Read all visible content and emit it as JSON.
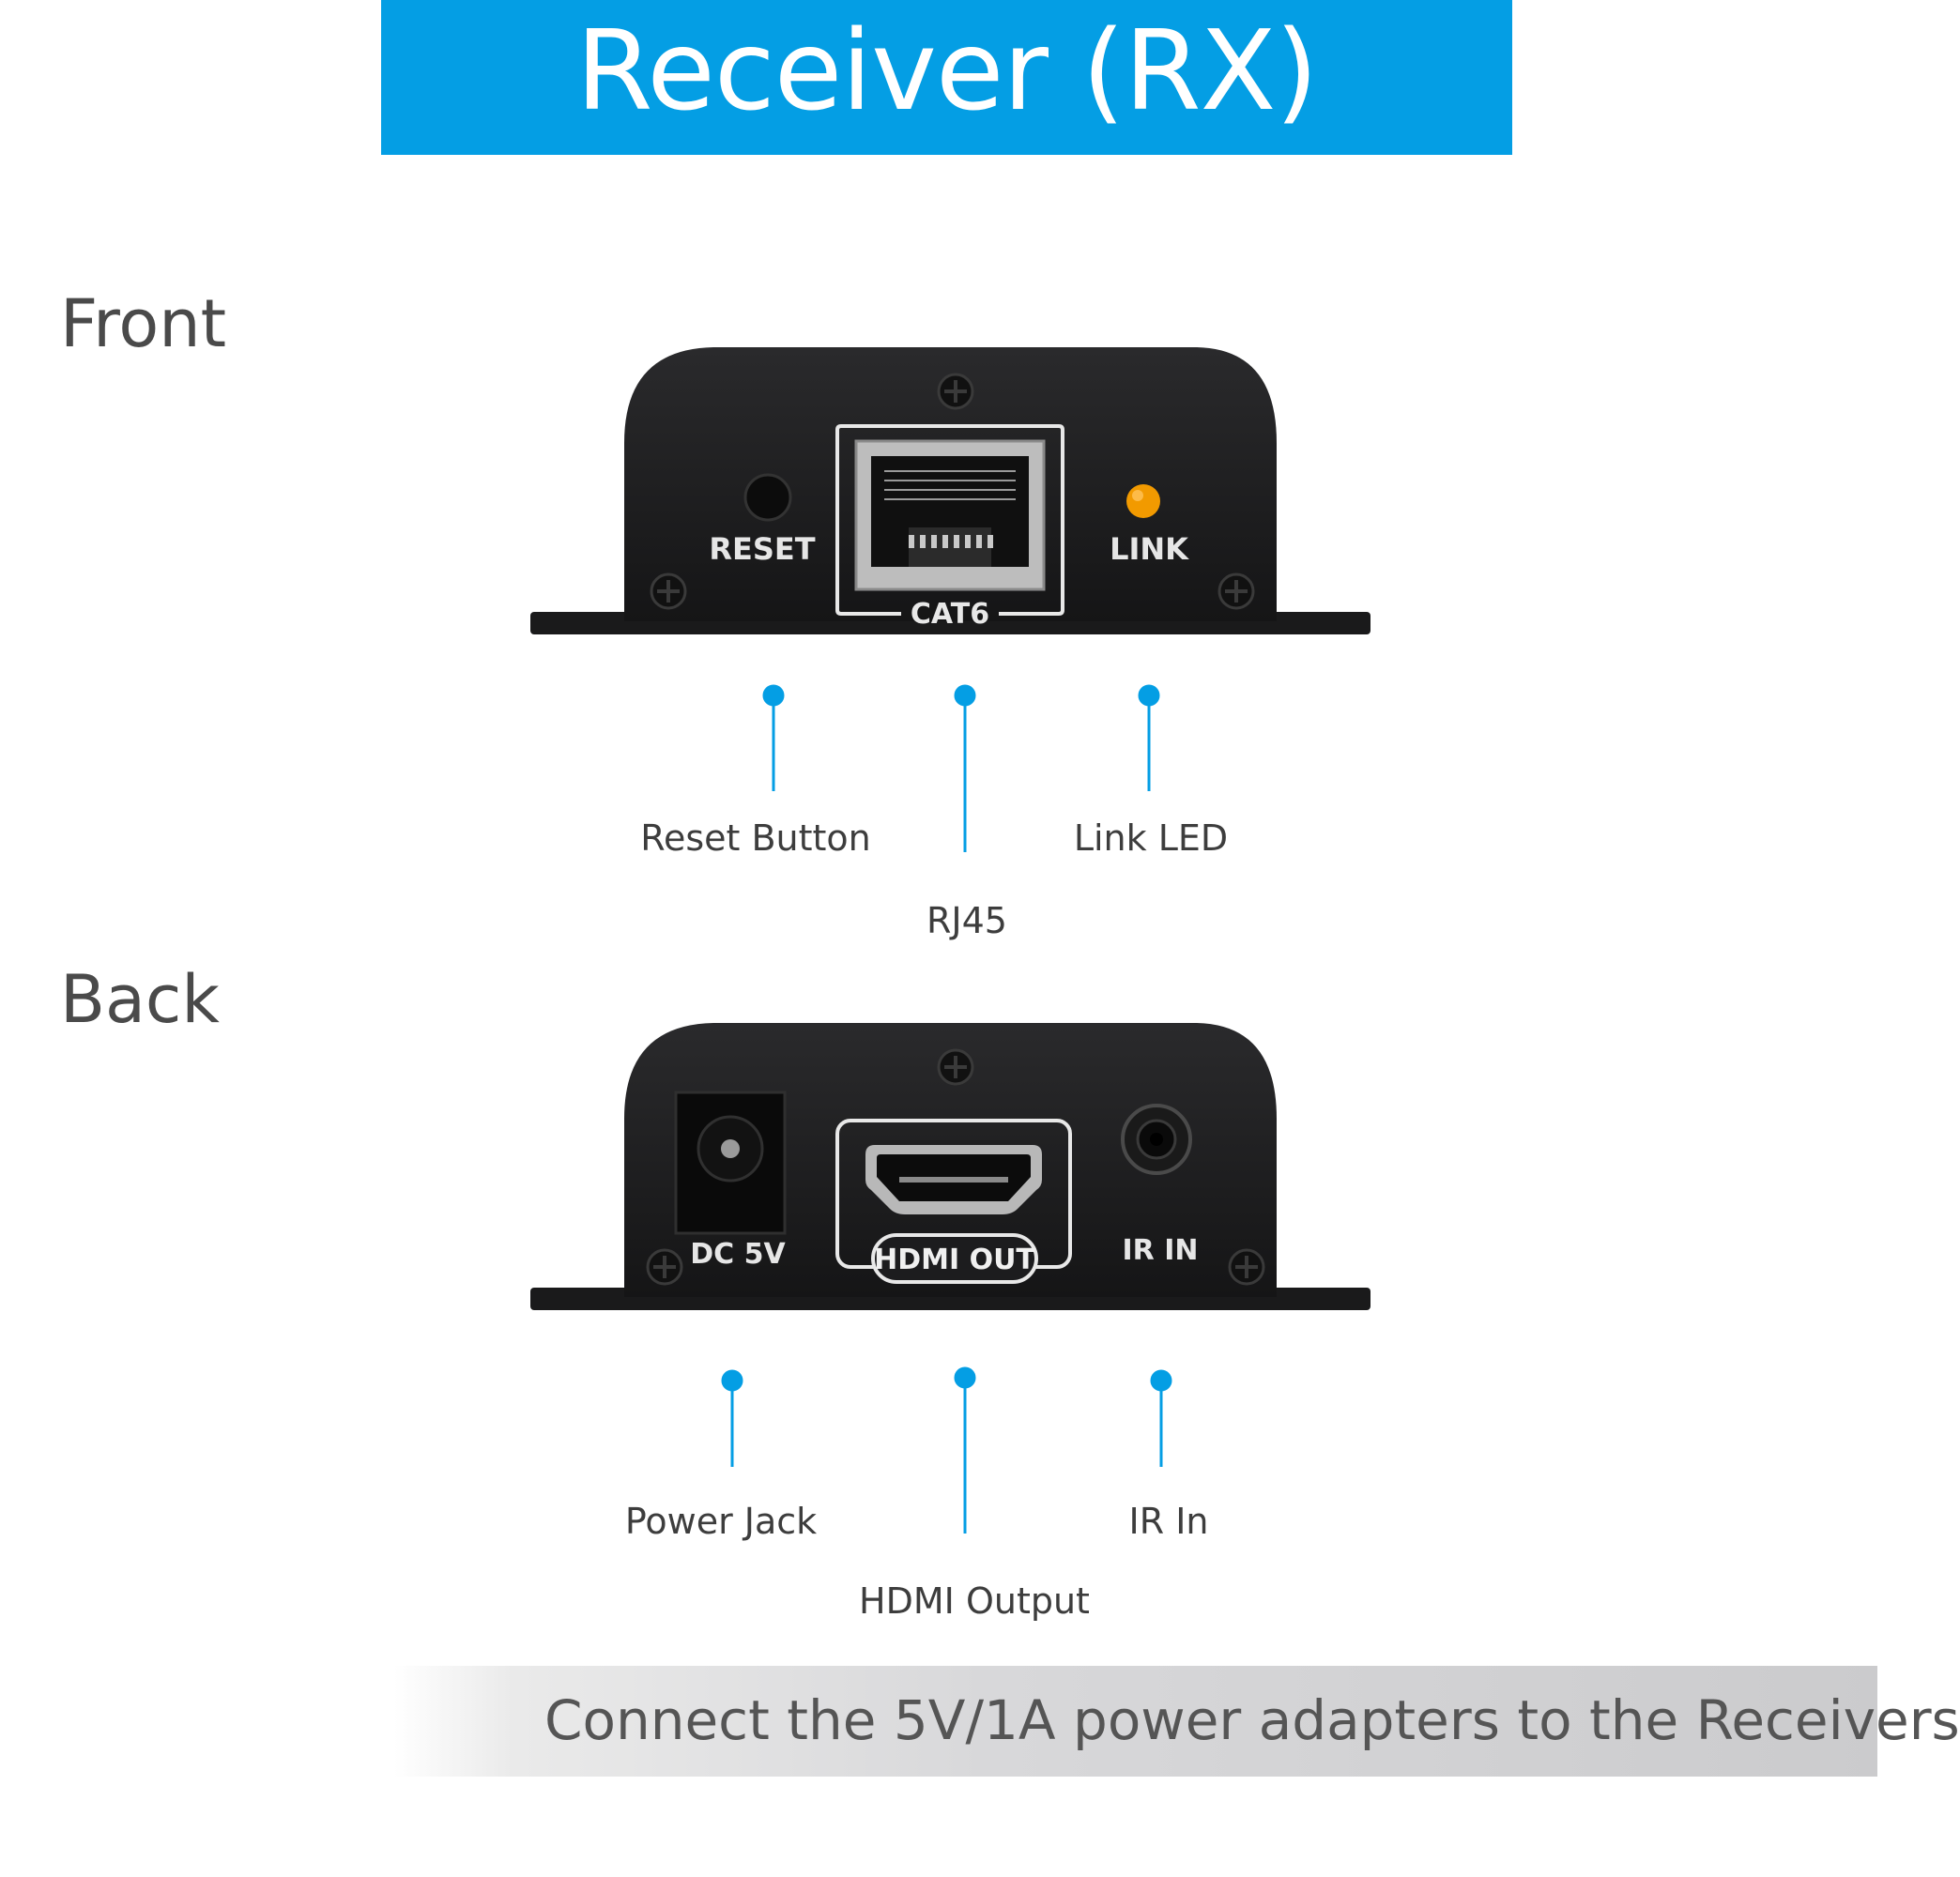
{
  "banner": {
    "title": "Receiver (RX)",
    "color": "#049ee4"
  },
  "front": {
    "heading": "Front",
    "panel": {
      "reset": "RESET",
      "cat": "CAT6",
      "link": "LINK"
    },
    "labels": {
      "reset": "Reset Button",
      "rj45": "RJ45",
      "link": "Link LED"
    }
  },
  "back": {
    "heading": "Back",
    "panel": {
      "dc": "DC 5V",
      "hdmi": "HDMI OUT",
      "ir": "IR IN"
    },
    "labels": {
      "power": "Power Jack",
      "hdmi": "HDMI Output",
      "ir": "IR In"
    }
  },
  "footer": {
    "text": "Connect the 5V/1A power adapters to the Receivers"
  },
  "colors": {
    "accent": "#049ee4",
    "led": "#f29a00",
    "device": "#1c1c1e"
  }
}
